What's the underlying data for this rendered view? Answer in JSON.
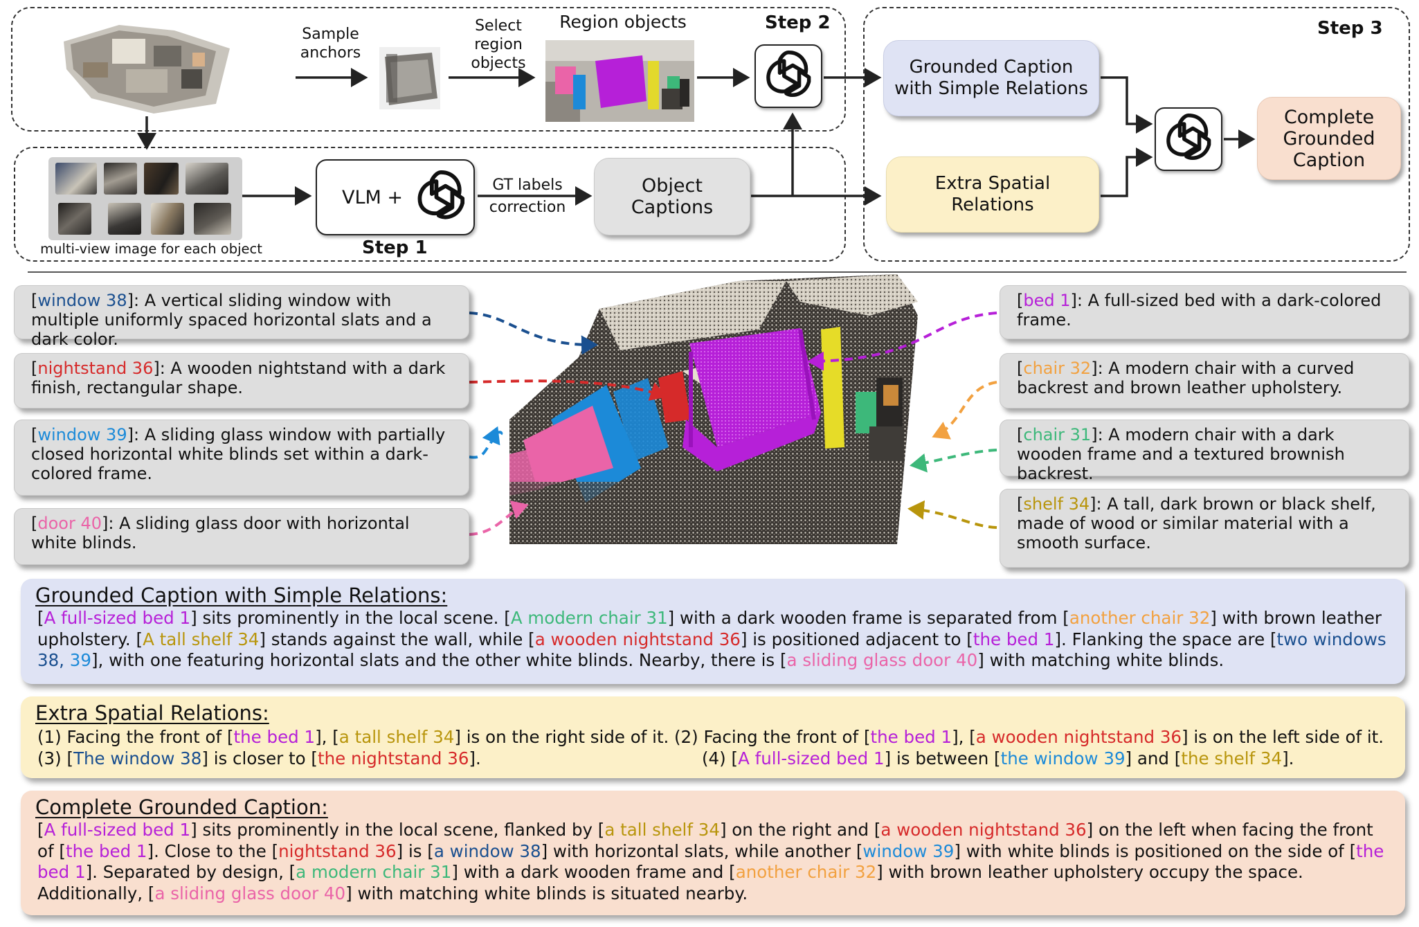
{
  "colors": {
    "bed": "#b620d8",
    "chair31": "#3db87a",
    "chair32": "#f2a140",
    "shelf": "#b8950c",
    "nightstand": "#d62a2a",
    "window38": "#1a4f8f",
    "window39": "#1c8ad8",
    "door": "#ea64a8",
    "grounded_bg": "#dfe3f4",
    "extra_bg": "#fcf0c8",
    "complete_bg": "#f9dfcf",
    "object_bg": "#e2e2e2"
  },
  "pipeline": {
    "sample_anchors": "Sample\nanchors",
    "select_region": "Select\nregion\nobjects",
    "region_objects": "Region objects",
    "step2": "Step 2",
    "step3": "Step 3",
    "step1": "Step 1",
    "multiview_caption": "multi-view image for each object",
    "vlm": "VLM +",
    "gt_labels": "GT labels\ncorrection",
    "object_captions": "Object\nCaptions",
    "grounded_simple": "Grounded Caption\nwith Simple Relations",
    "extra_spatial": "Extra Spatial\nRelations",
    "complete_caption": "Complete\nGrounded\nCaption",
    "icons": [
      "gpt-logo-icon",
      "gpt-logo-icon",
      "gpt-logo-icon"
    ]
  },
  "descriptions": {
    "left": [
      {
        "tag": "window 38",
        "rest": ": A vertical sliding window with multiple uniformly spaced horizontal slats and a dark color.",
        "color": "#1a4f8f"
      },
      {
        "tag": "nightstand 36",
        "rest": ": A wooden nightstand with a dark finish, rectangular shape.",
        "color": "#d62a2a"
      },
      {
        "tag": "window 39",
        "rest": ": A sliding glass window with partially closed horizontal white blinds set within a dark-colored frame.",
        "color": "#1c8ad8"
      },
      {
        "tag": "door 40",
        "rest": ": A sliding glass door with horizontal white blinds.",
        "color": "#ea64a8"
      }
    ],
    "right": [
      {
        "tag": "bed 1",
        "rest": ": A full-sized bed with a dark-colored frame.",
        "color": "#b620d8"
      },
      {
        "tag": "chair 32",
        "rest": ": A modern chair with a curved backrest and brown leather upholstery.",
        "color": "#f2a140"
      },
      {
        "tag": "chair 31",
        "rest": ": A modern chair with a dark wooden frame and a textured brownish backrest.",
        "color": "#3db87a"
      },
      {
        "tag": "shelf 34",
        "rest": ": A tall, dark brown or black shelf, made of wood or similar material with a smooth surface.",
        "color": "#b8950c"
      }
    ]
  },
  "grounded": {
    "title": "Grounded Caption with Simple Relations:",
    "segments": [
      [
        "[",
        ""
      ],
      [
        "A full-sized bed 1",
        "bed"
      ],
      [
        "] sits prominently in the local scene. [",
        ""
      ],
      [
        "A modern chair 31",
        "chair31"
      ],
      [
        "] with a dark wooden frame is separated from [",
        ""
      ],
      [
        "another chair 32",
        "chair32"
      ],
      [
        "] with brown leather upholstery. [",
        ""
      ],
      [
        "A tall shelf 34",
        "shelf"
      ],
      [
        "] stands against the wall, while [",
        ""
      ],
      [
        "a wooden nightstand 36",
        "night"
      ],
      [
        "] is positioned adjacent to [",
        ""
      ],
      [
        "the bed 1",
        "bed"
      ],
      [
        "]. Flanking the space are [",
        ""
      ],
      [
        "two windows 38,",
        "win38"
      ],
      [
        " 39",
        "win39"
      ],
      [
        "], with one featuring horizontal slats and the other white blinds. Nearby, there is [",
        ""
      ],
      [
        "a sliding glass door 40",
        "door"
      ],
      [
        "] with matching white blinds.",
        ""
      ]
    ]
  },
  "extra": {
    "title": "Extra Spatial Relations:",
    "r1": [
      [
        "(1) Facing the front of [",
        ""
      ],
      [
        "the bed 1",
        "bed"
      ],
      [
        "], [",
        ""
      ],
      [
        "a tall shelf 34",
        "shelf"
      ],
      [
        "] is on the right side of it.",
        ""
      ]
    ],
    "r2": [
      [
        "(2) Facing the front of [",
        ""
      ],
      [
        "the bed 1",
        "bed"
      ],
      [
        "], [",
        ""
      ],
      [
        "a wooden nightstand 36",
        "night"
      ],
      [
        "] is on the left side of it.",
        ""
      ]
    ],
    "r3": [
      [
        "(3) [",
        ""
      ],
      [
        "The window 38",
        "win38"
      ],
      [
        "] is closer to [",
        ""
      ],
      [
        "the nightstand 36",
        "night"
      ],
      [
        "].",
        ""
      ]
    ],
    "r4": [
      [
        "(4) [",
        ""
      ],
      [
        "A full-sized bed 1",
        "bed"
      ],
      [
        "] is between [",
        ""
      ],
      [
        "the window 39",
        "win39"
      ],
      [
        "] and [",
        ""
      ],
      [
        "the shelf 34",
        "shelf"
      ],
      [
        "].",
        ""
      ]
    ]
  },
  "complete": {
    "title": "Complete Grounded Caption:",
    "segments": [
      [
        "[",
        ""
      ],
      [
        "A full-sized bed 1",
        "bed"
      ],
      [
        "] sits prominently in the local scene, flanked by [",
        ""
      ],
      [
        "a tall shelf 34",
        "shelf"
      ],
      [
        "] on the right and [",
        ""
      ],
      [
        "a wooden nightstand 36",
        "night"
      ],
      [
        "] on the left when facing the front of [",
        ""
      ],
      [
        "the bed 1",
        "bed"
      ],
      [
        "]. Close to the [",
        ""
      ],
      [
        "nightstand 36",
        "night"
      ],
      [
        "] is [",
        ""
      ],
      [
        "a window 38",
        "win38"
      ],
      [
        "] with horizontal slats, while another [",
        ""
      ],
      [
        "window 39",
        "win39"
      ],
      [
        "] with white blinds is positioned on the side of [",
        ""
      ],
      [
        "the bed 1",
        "bed"
      ],
      [
        "]. Separated by design, [",
        ""
      ],
      [
        "a modern chair 31",
        "chair31"
      ],
      [
        "] with a dark wooden frame and [",
        ""
      ],
      [
        "another chair 32",
        "chair32"
      ],
      [
        "] with brown leather upholstery occupy the space. Additionally, [",
        ""
      ],
      [
        "a sliding glass door 40",
        "door"
      ],
      [
        "] with matching white blinds is situated nearby.",
        ""
      ]
    ]
  }
}
